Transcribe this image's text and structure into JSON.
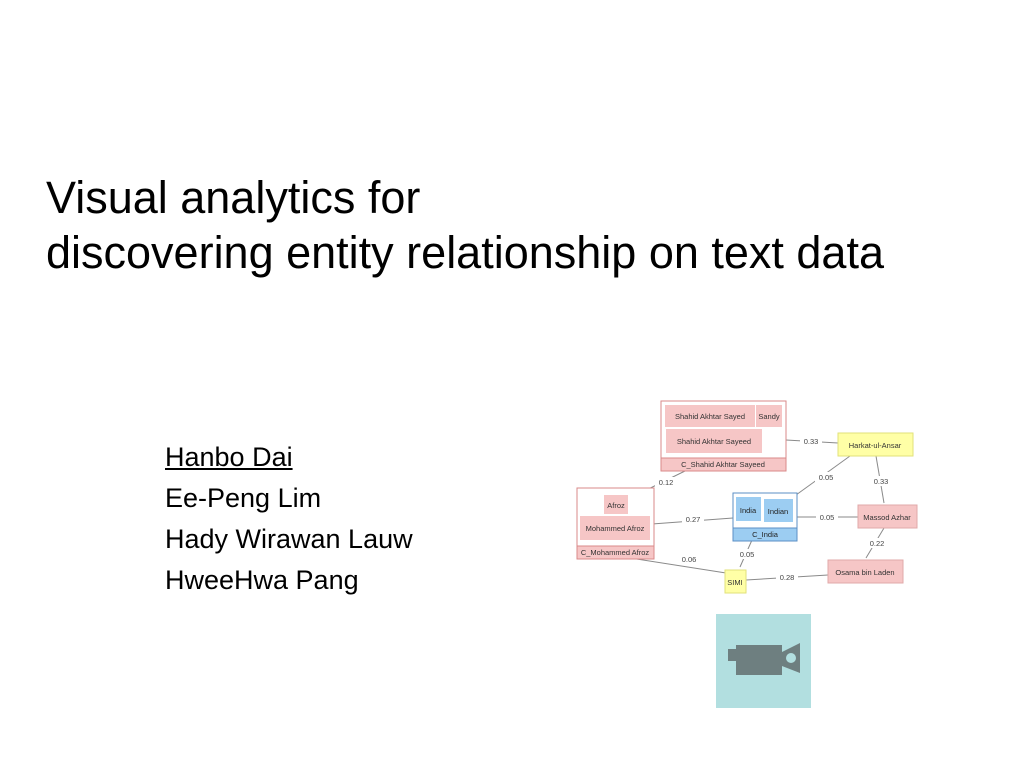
{
  "slide": {
    "title_lines": [
      "Visual analytics for",
      "discovering entity relationship on text data"
    ],
    "authors": [
      "Hanbo Dai",
      "Ee-Peng Lim",
      "Hady Wirawan Lauw",
      "HweeHwa Pang"
    ]
  },
  "diagram": {
    "nodes": {
      "shahid_1": "Shahid Akhtar Sayed",
      "sandy": "Sandy",
      "shahid_2": "Shahid Akhtar Sayeed",
      "c_shahid": "C_Shahid Akhtar Sayeed",
      "harkat": "Harkat-ul-Ansar",
      "afroz": "Afroz",
      "mohammed": "Mohammed Afroz",
      "c_mohammed": "C_Mohammed Afroz",
      "india": "India",
      "indian": "Indian",
      "c_india": "C_India",
      "massod": "Massod Azhar",
      "osama": "Osama bin Laden",
      "simi": "SIMI"
    },
    "edge_weights": {
      "shahid_harkat": "0.33",
      "shahid_mohammed": "0.12",
      "harkat_india": "0.05",
      "harkat_massod": "0.33",
      "mohammed_india": "0.27",
      "india_massod": "0.05",
      "massod_osama": "0.22",
      "mohammed_simi": "0.06",
      "india_simi": "0.05",
      "simi_osama": "0.28"
    },
    "colors": {
      "person_fill": "#f6c6c6",
      "person_border": "#d98a8a",
      "organization_fill": "#ffffa6",
      "location_fill": "#9ccdf2",
      "location_border": "#5b8fc6"
    }
  },
  "media": {
    "icon": "video-camera-icon",
    "background": "#b2dfe0"
  }
}
